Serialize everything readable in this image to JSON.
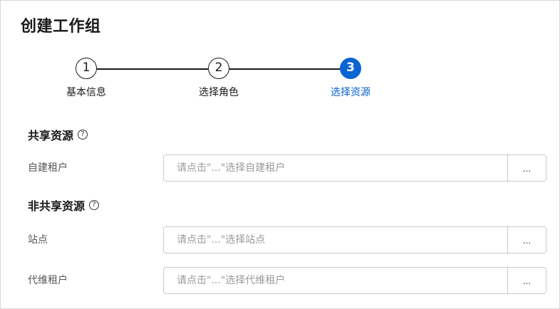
{
  "dialog": {
    "title": "创建工作组"
  },
  "steps": [
    {
      "number": "1",
      "label": "基本信息",
      "active": false
    },
    {
      "number": "2",
      "label": "选择角色",
      "active": false
    },
    {
      "number": "3",
      "label": "选择资源",
      "active": true
    }
  ],
  "shared": {
    "title": "共享资源",
    "help": "?",
    "fields": [
      {
        "label": "自建租户",
        "placeholder": "请点击\"...\"选择自建租户",
        "browse": "..."
      }
    ]
  },
  "nonshared": {
    "title": "非共享资源",
    "help": "?",
    "fields": [
      {
        "label": "站点",
        "placeholder": "请点击\"...\"选择站点",
        "browse": "..."
      },
      {
        "label": "代维租户",
        "placeholder": "请点击\"...\"选择代维租户",
        "browse": "..."
      }
    ]
  },
  "colors": {
    "accent": "#0a64d2",
    "text": "#191919",
    "border": "#c9c9c9"
  }
}
